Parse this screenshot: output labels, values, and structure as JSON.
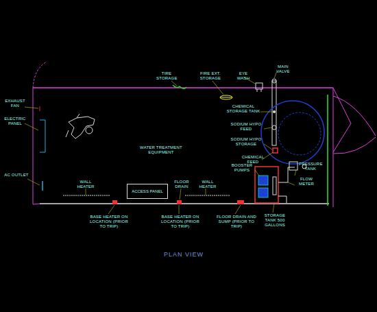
{
  "diagram": {
    "caption": "PLAN VIEW",
    "nodes": [
      {
        "text": [
          "ACCESS PANEL"
        ]
      }
    ],
    "labels": [
      "TIRE STORAGE",
      "FIRE EXT. STORAGE",
      "EYE WASH",
      "MAIN VALVE",
      "EXHAUST FAN",
      "ELECTRIC PANEL",
      "AC OUTLET",
      "WATER TREATMENT EQUIPMENT",
      "CHEMICAL STORAGE TANK",
      "SODIUM HYPO FEED",
      "SODIUM HYPO STORAGE",
      "CHEMICAL FEED",
      "BOOSTER PUMPS",
      "PRESSURE TANK",
      "FLOW METER",
      "WALL HEATER",
      "FLOOR DRAIN",
      "WALL HEATER",
      "BASE HEATER ON LOCATION (PRIOR TO TRIP)",
      "BASE HEATER ON LOCATION (PRIOR TO TRIP)",
      "FLOOR DRAIN AND SUMP (PRIOR TO TRIP)",
      "STORAGE TANK 500 GALLONS"
    ]
  }
}
